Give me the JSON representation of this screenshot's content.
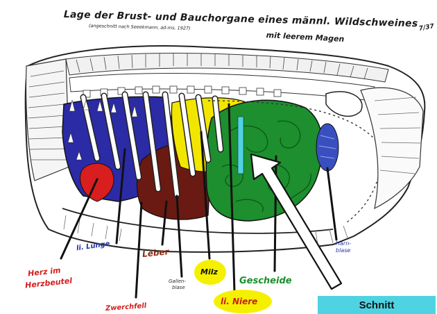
{
  "title": {
    "line1": "Lage der Brust- und Bauchorgane eines männl. Wildschweines",
    "line2": "(angeschnitt nach Seeekmann, ad-ms, 1927)",
    "line3": "mit leerem Magen",
    "page_mark": "7/37"
  },
  "labels": {
    "herz": "Herz im Herzbeutel",
    "herz_line1": "Herz im",
    "herz_line2": "Herzbeutel",
    "lunge": "li. Lunge",
    "zwerchfell": "Zwerchfell",
    "leber": "Leber",
    "gallenblase_line1": "Gallen-",
    "gallenblase_line2": "blase",
    "milz": "Milz",
    "niere": "li. Niere",
    "gescheide": "Gescheide",
    "harnblase_line1": "Harn-",
    "harnblase_line2": "blase"
  },
  "legend": {
    "cut_label": "Schnitt",
    "cut_color": "#4fd3e2"
  },
  "colors": {
    "lunge": "#2b2ba6",
    "herz": "#d81e1e",
    "leber": "#6a1a12",
    "milz_magen": "#f2e600",
    "gescheide": "#1d8f2e",
    "harnblase": "#3a4fbf",
    "highlight": "#f5f000"
  }
}
